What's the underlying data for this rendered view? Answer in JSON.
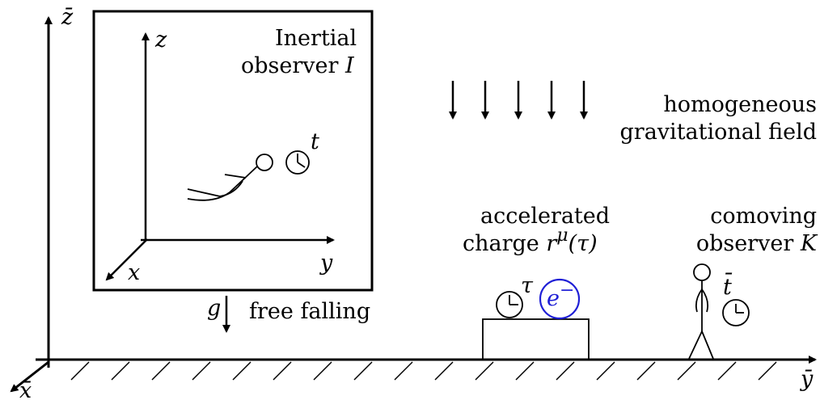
{
  "axes": {
    "z_bar": "z̄",
    "x_bar": "x̄",
    "y_bar": "ȳ"
  },
  "inertial_frame": {
    "title_line1": "Inertial",
    "title_line2": "observer ",
    "title_var": "I",
    "axis_z": "z",
    "axis_x": "x",
    "axis_y": "y",
    "clock_time": "t"
  },
  "free_fall": {
    "g_label": "g",
    "text": "free falling"
  },
  "field": {
    "line1": "homogeneous",
    "line2": "gravitational field"
  },
  "charge": {
    "line1": "accelerated",
    "line2": "charge ",
    "var": "r",
    "superscript": "μ",
    "arg": "(τ)",
    "clock_time": "τ",
    "electron_base": "e",
    "electron_sup": "−"
  },
  "comoving": {
    "line1": "comoving",
    "line2": "observer ",
    "var": "K",
    "clock_time": "t̄"
  },
  "colors": {
    "ink": "#000000",
    "electron": "#1f1fd6"
  }
}
